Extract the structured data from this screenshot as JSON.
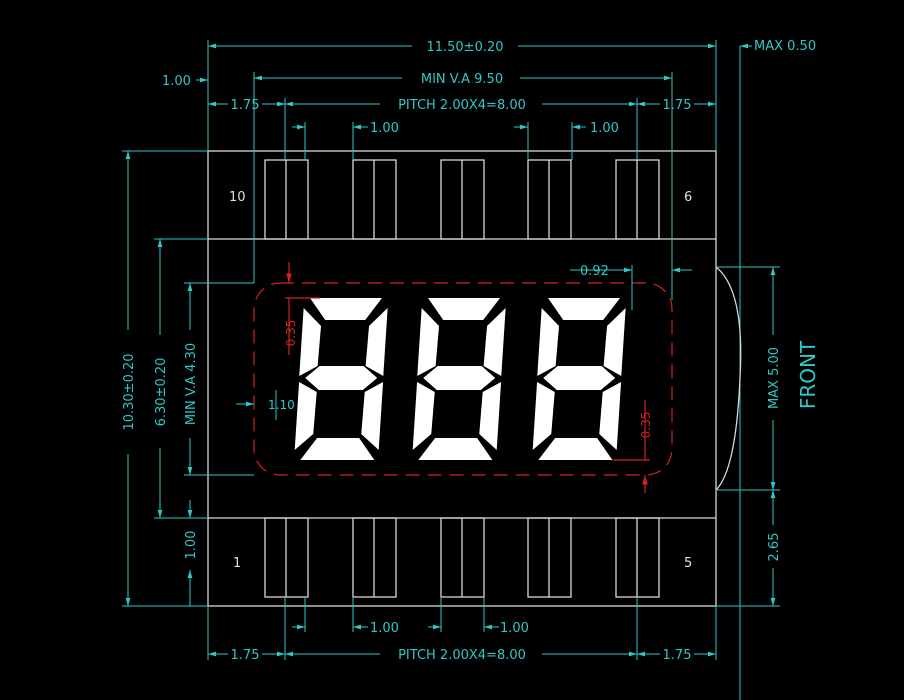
{
  "dimensions": {
    "overall_width": "11.50±0.20",
    "min_va_width": "MIN V.A 9.50",
    "edge_left": "1.00",
    "pitch_top": "PITCH 2.00X4=8.00",
    "pitch_bottom": "PITCH 2.00X4=8.00",
    "margin_top_left": "1.75",
    "margin_top_right": "1.75",
    "margin_bottom_left": "1.75",
    "margin_bottom_right": "1.75",
    "pin_width_top_left": "1.00",
    "pin_width_top_right": "1.00",
    "pin_width_bottom_left": "1.00",
    "pin_width_bottom_right": "1.00",
    "max_thickness": "MAX 0.50",
    "overall_height": "10.30±0.20",
    "glass_height": "6.30±0.20",
    "min_va_height": "MIN V.A 4.30",
    "pin_edge_height": "1.00",
    "max_height_front": "MAX 5.00",
    "front_lower": "2.65",
    "front_label": "FRONT",
    "digit_offset": "0.92",
    "digit_left_offset": "1.10",
    "segment_gap_top": "0.35",
    "segment_gap_bottom": "0.35"
  },
  "pins": {
    "top_left": "10",
    "top_right": "6",
    "bottom_left": "1",
    "bottom_right": "5"
  },
  "display": {
    "digits": [
      "8",
      "8",
      "8"
    ]
  },
  "colors": {
    "dimension": "#2ec8c8",
    "outline": "#d8d8d8",
    "viewing_area": "#d22222",
    "segment": "#ffffff"
  }
}
